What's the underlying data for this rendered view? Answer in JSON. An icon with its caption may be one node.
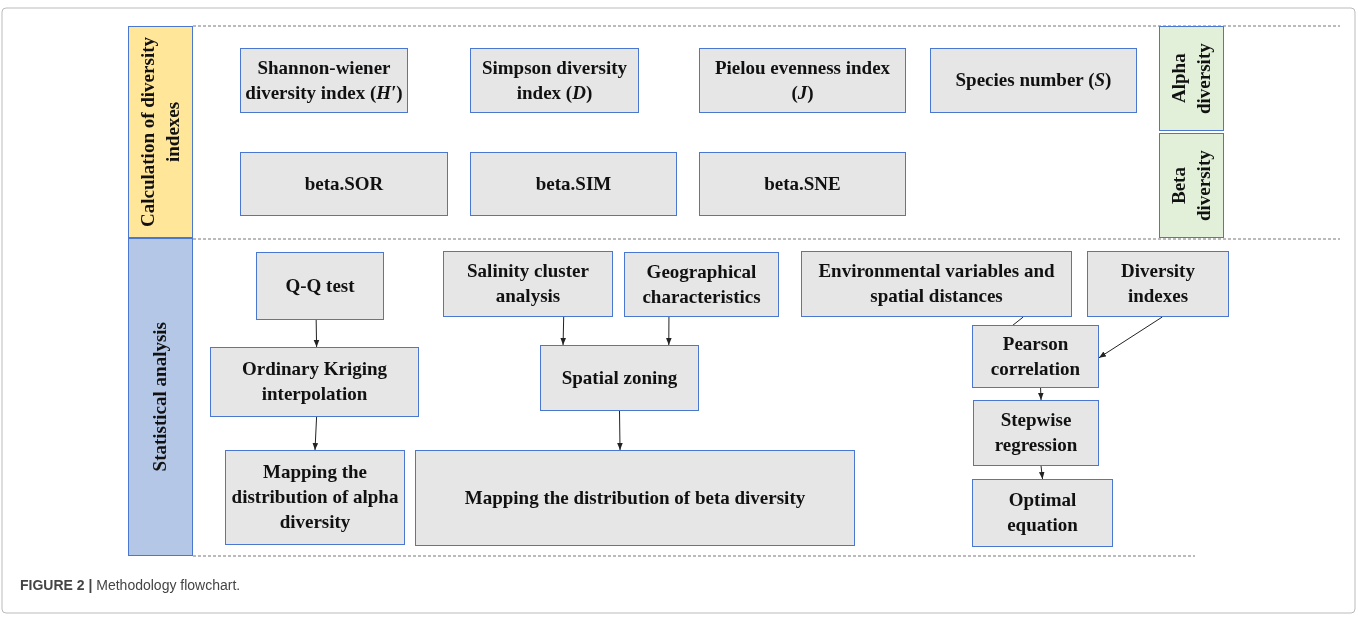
{
  "diagram": {
    "caption": "**FIGURE 2 |** Methodology flowchart.",
    "nodes": [
      {
        "text": [
          "Calculation of diversity indexes"
        ]
      },
      {
        "text": [
          "Shannon-wiener diversity index (*H′*)"
        ]
      },
      {
        "text": [
          "Simpson diversity index (*D*)"
        ]
      },
      {
        "text": [
          "Pielou evenness index (*J*)"
        ]
      },
      {
        "text": [
          "Species number (*S*)"
        ]
      },
      {
        "text": [
          "Alpha diversity"
        ]
      },
      {
        "text": [
          "beta.SOR"
        ]
      },
      {
        "text": [
          "beta.SIM"
        ]
      },
      {
        "text": [
          "beta.SNE"
        ]
      },
      {
        "text": [
          "Beta diversity"
        ]
      },
      {
        "text": [
          "Statistical analysis"
        ]
      },
      {
        "text": [
          "Q-Q test"
        ]
      },
      {
        "text": [
          "Ordinary Kriging interpolation"
        ]
      },
      {
        "text": [
          "Mapping the distribution of alpha diversity"
        ]
      },
      {
        "text": [
          "Salinity cluster analysis"
        ]
      },
      {
        "text": [
          "Geographical characteristics"
        ]
      },
      {
        "text": [
          "Spatial zoning"
        ]
      },
      {
        "text": [
          "Mapping the distribution of beta diversity"
        ]
      },
      {
        "text": [
          "Environmental variables and spatial distances"
        ]
      },
      {
        "text": [
          "Diversity indexes"
        ]
      },
      {
        "text": [
          "Pearson correlation"
        ]
      },
      {
        "text": [
          "Stepwise regression"
        ]
      },
      {
        "text": [
          "Optimal equation"
        ]
      }
    ],
    "edges": [
      {
        "from": 11,
        "to": 12,
        "arrow": "to"
      },
      {
        "from": 12,
        "to": 13,
        "arrow": "to"
      },
      {
        "from": 14,
        "to": 16,
        "arrow": "to"
      },
      {
        "from": 15,
        "to": 16,
        "arrow": "to"
      },
      {
        "from": 16,
        "to": 17,
        "arrow": "to"
      },
      {
        "from": 18,
        "to": 20,
        "arrow": "to"
      },
      {
        "from": 19,
        "to": 20,
        "arrow": "to"
      },
      {
        "from": 20,
        "to": 21,
        "arrow": "to"
      },
      {
        "from": 21,
        "to": 22,
        "arrow": "to"
      }
    ]
  }
}
